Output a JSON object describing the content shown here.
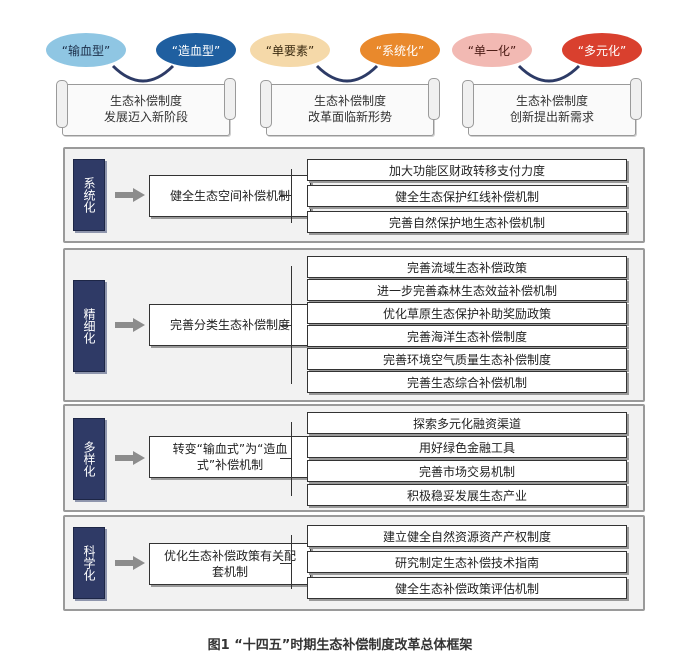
{
  "top_groups": [
    {
      "left_oval": "“输血型”",
      "right_oval": "“造血型”",
      "left_color": "#8fc6e3",
      "right_color": "#1f5fa0",
      "scroll_lines": [
        "生态补偿制度",
        "发展迈入新阶段"
      ]
    },
    {
      "left_oval": "“单要素”",
      "right_oval": "“系统化”",
      "left_color": "#f5d9a9",
      "right_color": "#e9892c",
      "scroll_lines": [
        "生态补偿制度",
        "改革面临新形势"
      ]
    },
    {
      "left_oval": "“单一化”",
      "right_oval": "“多元化”",
      "left_color": "#f2b9b3",
      "right_color": "#d9402e",
      "scroll_lines": [
        "生态补偿制度",
        "创新提出新需求"
      ]
    }
  ],
  "sections": [
    {
      "tag": "系统化",
      "middle": "健全生态空间补偿机制",
      "items": [
        "加大功能区财政转移支付力度",
        "健全生态保护红线补偿机制",
        "完善自然保护地生态补偿机制"
      ]
    },
    {
      "tag": "精细化",
      "middle": "完善分类生态补偿制度",
      "items": [
        "完善流域生态补偿政策",
        "进一步完善森林生态效益补偿机制",
        "优化草原生态保护补助奖励政策",
        "完善海洋生态补偿制度",
        "完善环境空气质量生态补偿制度",
        "完善生态综合补偿机制"
      ]
    },
    {
      "tag": "多样化",
      "middle": "转变“输血式”为“造血式”补偿机制",
      "items": [
        "探索多元化融资渠道",
        "用好绿色金融工具",
        "完善市场交易机制",
        "积极稳妥发展生态产业"
      ]
    },
    {
      "tag": "科学化",
      "middle": "优化生态补偿政策有关配套机制",
      "items": [
        "建立健全自然资源资产产权制度",
        "研究制定生态补偿技术指南",
        "健全生态补偿政策评估机制"
      ]
    }
  ],
  "caption": "图1 “十四五”时期生态补偿制度改革总体框架",
  "colors": {
    "tag_bg": "#2f3a66",
    "section_bg": "#f2f2f2",
    "border": "#9a9a9a"
  }
}
